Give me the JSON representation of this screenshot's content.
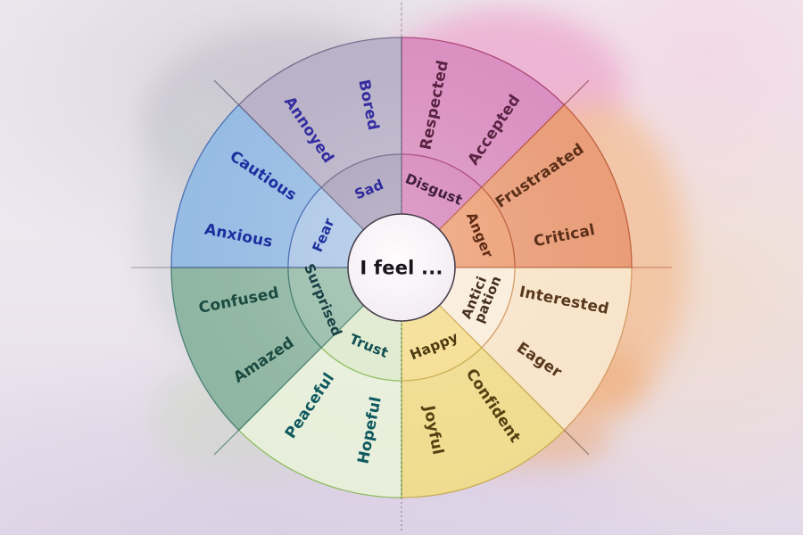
{
  "wheel": {
    "center_label": "I feel ...",
    "sectors": [
      {
        "id": "disgust",
        "start_angle": 0,
        "core": {
          "label": "Disgust"
        },
        "outer_labels": [
          {
            "text": "Respected"
          },
          {
            "text": "Accepted"
          }
        ],
        "colors": {
          "core_fill": "#d584ba",
          "outer_fill": "#d98dc0",
          "stroke": "#9e2f63",
          "label": "#5a2342",
          "core_label": "#401e3c"
        }
      },
      {
        "id": "anger",
        "start_angle": 45,
        "core": {
          "label": "Anger"
        },
        "outer_labels": [
          {
            "text": "Frustraated"
          },
          {
            "text": "Critical"
          }
        ],
        "colors": {
          "core_fill": "#ec9d72",
          "outer_fill": "#e99b76",
          "stroke": "#b34a26",
          "label": "#5c2f19",
          "core_label": "#5f2b15"
        }
      },
      {
        "id": "anticipation",
        "start_angle": 90,
        "core": {
          "label": "Antici\npation"
        },
        "outer_labels": [
          {
            "text": "Interested"
          },
          {
            "text": "Eager"
          }
        ],
        "colors": {
          "core_fill": "#f9ecda",
          "outer_fill": "#f8e4c9",
          "stroke": "#cd8c4f",
          "label": "#59391d",
          "core_label": "#46311d"
        }
      },
      {
        "id": "happy",
        "start_angle": 135,
        "core": {
          "label": "Happy"
        },
        "outer_labels": [
          {
            "text": "Confident"
          },
          {
            "text": "Joyful"
          }
        ],
        "colors": {
          "core_fill": "#f5dd90",
          "outer_fill": "#f0dc8e",
          "stroke": "#c0a13c",
          "label": "#544010",
          "core_label": "#4d3a10"
        }
      },
      {
        "id": "trust",
        "start_angle": 180,
        "core": {
          "label": "Trust"
        },
        "outer_labels": [
          {
            "text": "Hopeful"
          },
          {
            "text": "Peaceful"
          }
        ],
        "colors": {
          "core_fill": "#dde9cd",
          "outer_fill": "#e7efdb",
          "stroke": "#7ab23f",
          "label": "#0f5a5e",
          "core_label": "#104f53"
        }
      },
      {
        "id": "surprised",
        "start_angle": 225,
        "core": {
          "label": "Surprised"
        },
        "outer_labels": [
          {
            "text": "Amazed"
          },
          {
            "text": "Confused"
          }
        ],
        "colors": {
          "core_fill": "#98bca9",
          "outer_fill": "#8db5a1",
          "stroke": "#2d6c60",
          "label": "#1b4a40",
          "core_label": "#173f44"
        }
      },
      {
        "id": "fear",
        "start_angle": 270,
        "core": {
          "label": "Fear"
        },
        "outer_labels": [
          {
            "text": "Anxious"
          },
          {
            "text": "Cautious"
          }
        ],
        "colors": {
          "core_fill": "#abc5e6",
          "outer_fill": "#94bae3",
          "stroke": "#2e59a7",
          "label": "#1c2f9f",
          "core_label": "#20339d"
        }
      },
      {
        "id": "sad",
        "start_angle": 315,
        "core": {
          "label": "Sad"
        },
        "outer_labels": [
          {
            "text": "Annoyed"
          },
          {
            "text": "Bored"
          }
        ],
        "colors": {
          "core_fill": "#a8a1ba",
          "outer_fill": "#b7b0c6",
          "stroke": "#5e5878",
          "label": "#342da0",
          "core_label": "#2f2a9e"
        }
      }
    ]
  },
  "artwork": {
    "background_base": "#ece6ee",
    "background_bottom": "#e2d7e8",
    "washes": {
      "gray": "#cbc7d2",
      "gray_edge": "#ced1d5",
      "pink": "#eeafd0",
      "orange": "#f3c09a",
      "orange_deep": "#eda873",
      "green": "#ccd7c5",
      "lavender": "#ddd0e6"
    },
    "guide_line": "#5d5566",
    "guide_line_right": "#b04f38",
    "diag_colors": {
      "ne": "#8d3a50",
      "se": "#7d6248",
      "sw": "#4c7a64",
      "nw": "#4c5577"
    },
    "center_fill": "#f8f3f6",
    "center_stroke": "#453c4a",
    "center_text": "#17141b"
  }
}
